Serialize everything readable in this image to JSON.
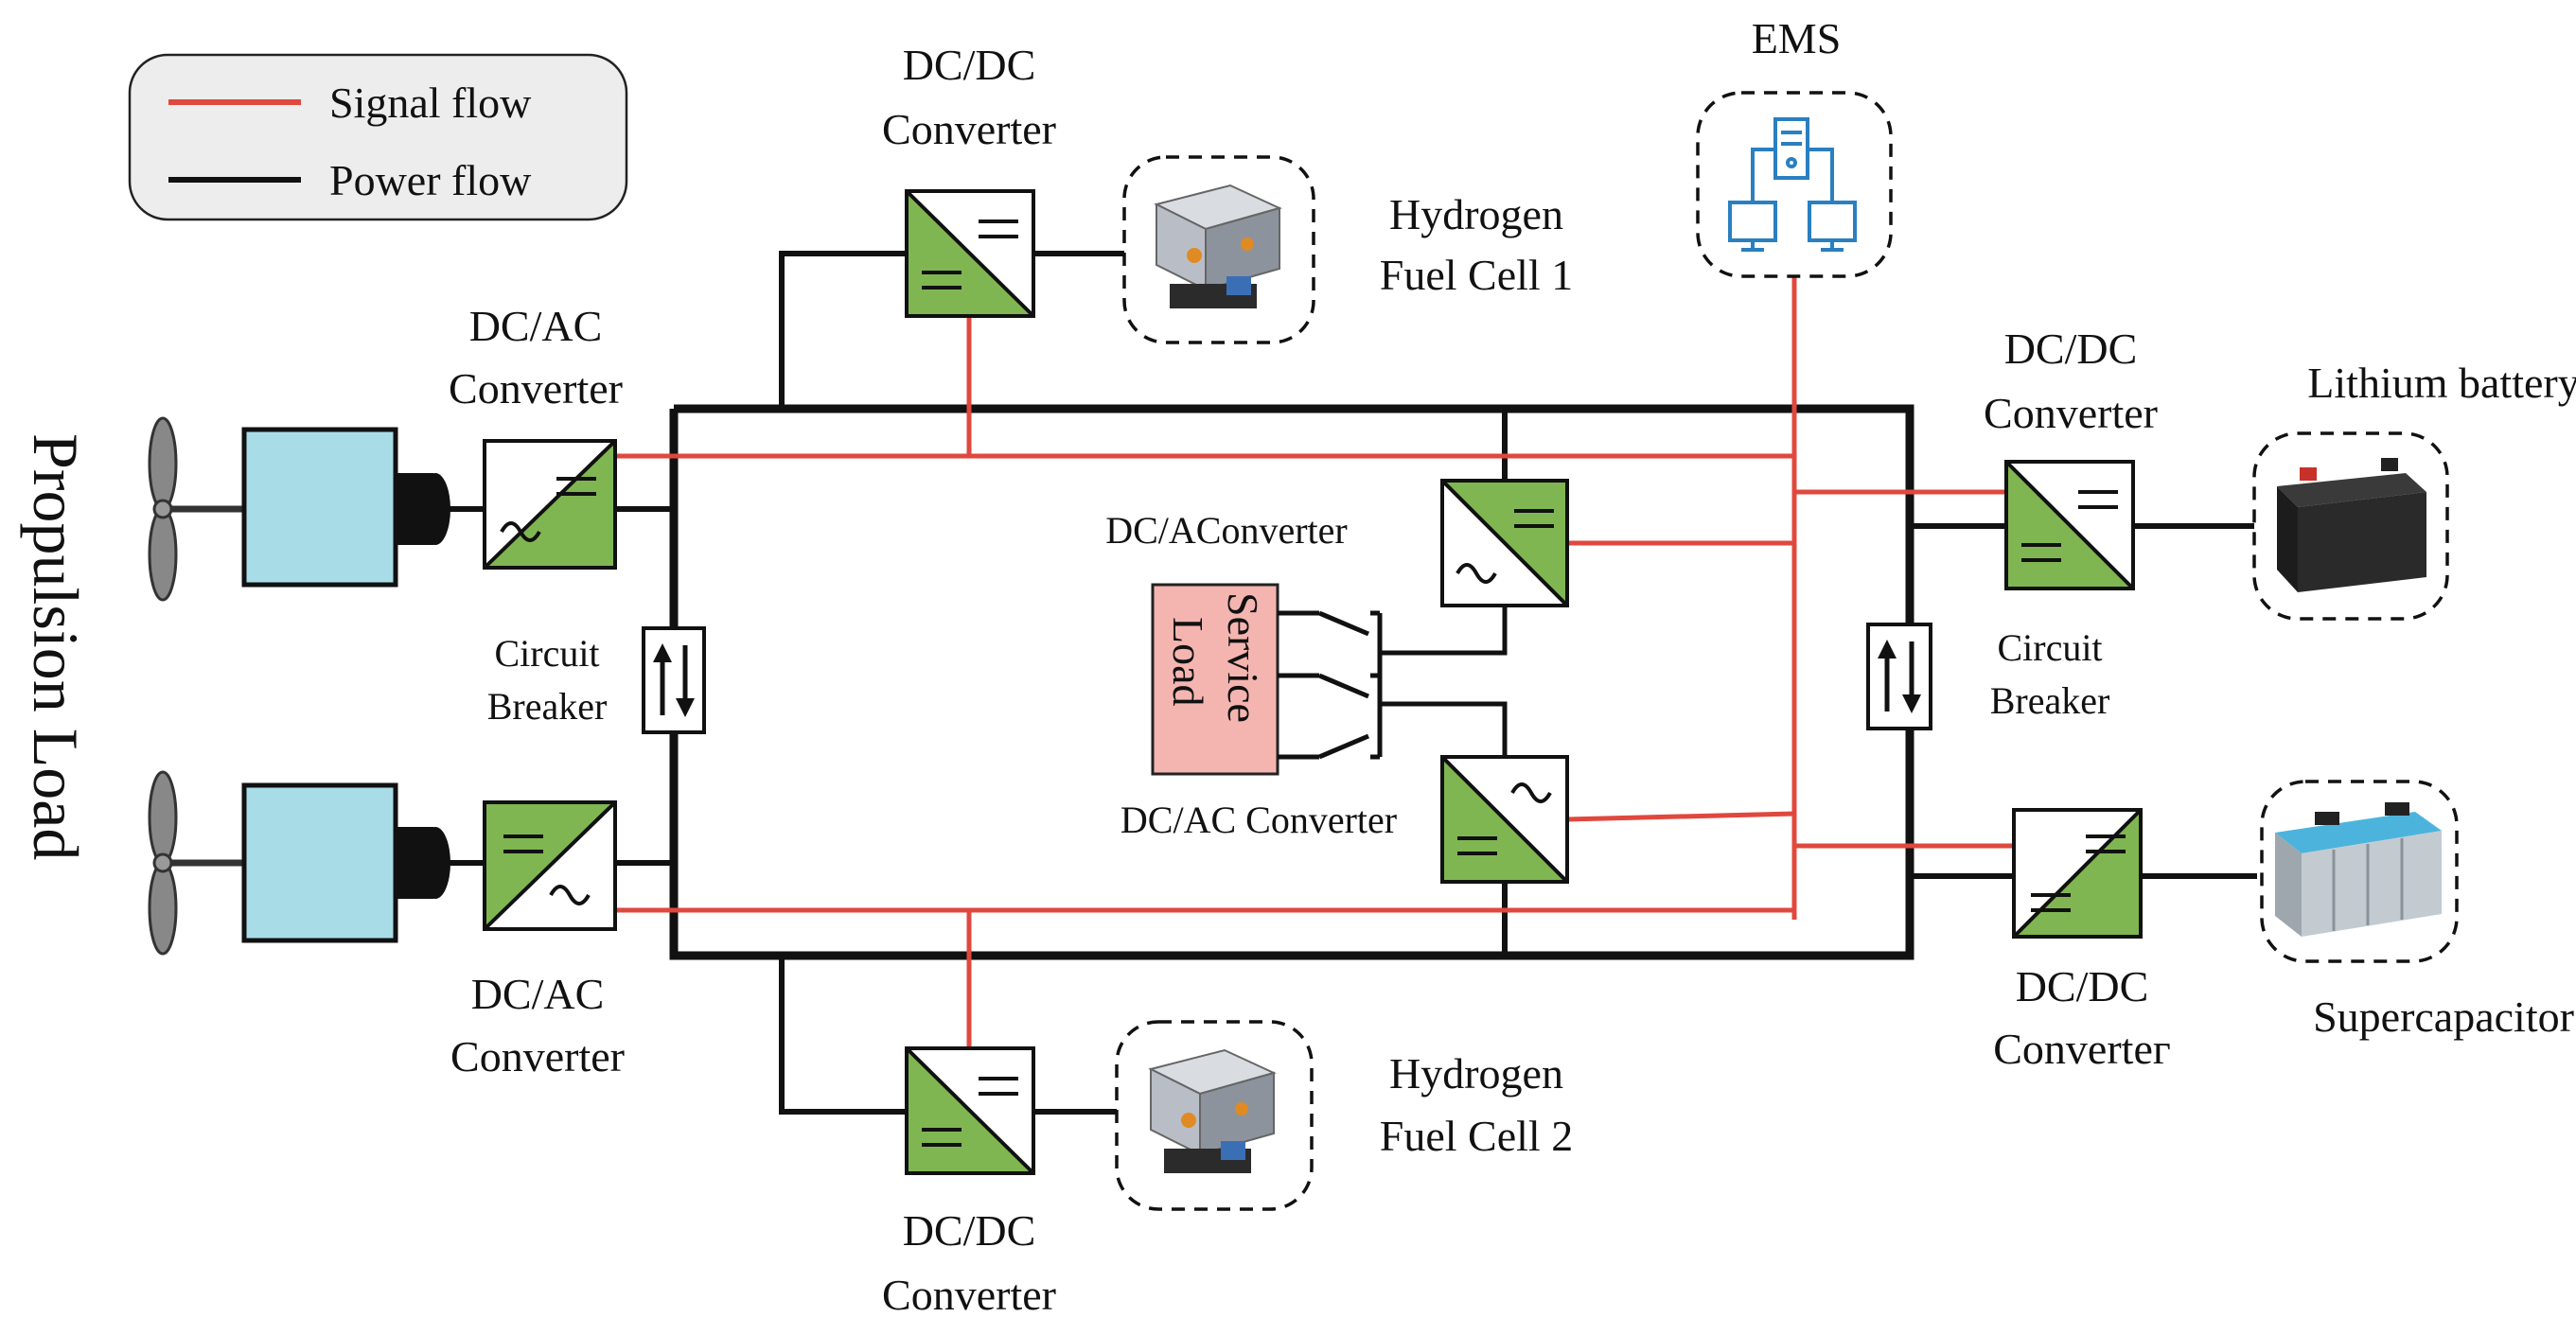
{
  "legend": {
    "signal_label": "Signal flow",
    "power_label": "Power flow",
    "signal_color": "#e0483e",
    "power_color": "#111111"
  },
  "colors": {
    "converter_green": "#80b651",
    "motor_blue": "#a8dde8",
    "service_load_fill": "#f4b5b0",
    "ems_blue": "#2a7fc0",
    "legend_fill": "#ededed"
  },
  "side_title": "Propulsion Load",
  "labels": {
    "dcac_top_left": [
      "DC/AC",
      "Converter"
    ],
    "dcac_bottom_left": [
      "DC/AC",
      "Converter"
    ],
    "breaker_left": [
      "Circuit",
      "Breaker"
    ],
    "breaker_right": [
      "Circuit",
      "Breaker"
    ],
    "dcdc_fc1": [
      "DC/DC",
      "Converter"
    ],
    "dcdc_fc2": [
      "DC/DC",
      "Converter"
    ],
    "fuel_cell_1": [
      "Hydrogen",
      "Fuel Cell 1"
    ],
    "fuel_cell_2": [
      "Hydrogen",
      "Fuel Cell 2"
    ],
    "ems": "EMS",
    "dcac_center_top": "DC/AConverter",
    "dcac_center_bottom": "DC/AC Converter",
    "service_load": [
      "Service",
      "Load"
    ],
    "dcdc_battery": [
      "DC/DC",
      "Converter"
    ],
    "dcdc_supercap": [
      "DC/DC",
      "Converteг"
    ],
    "battery": "Lithium battery",
    "supercap": "Supercapacitor"
  },
  "icons": {
    "propeller_top": "propeller-icon",
    "propeller_bottom": "propeller-icon",
    "fuel_cell": "fuel-cell-icon",
    "ems": "computer-network-icon",
    "battery": "battery-icon",
    "supercapacitor": "supercapacitor-icon",
    "breaker": "bidirectional-arrows-icon"
  }
}
